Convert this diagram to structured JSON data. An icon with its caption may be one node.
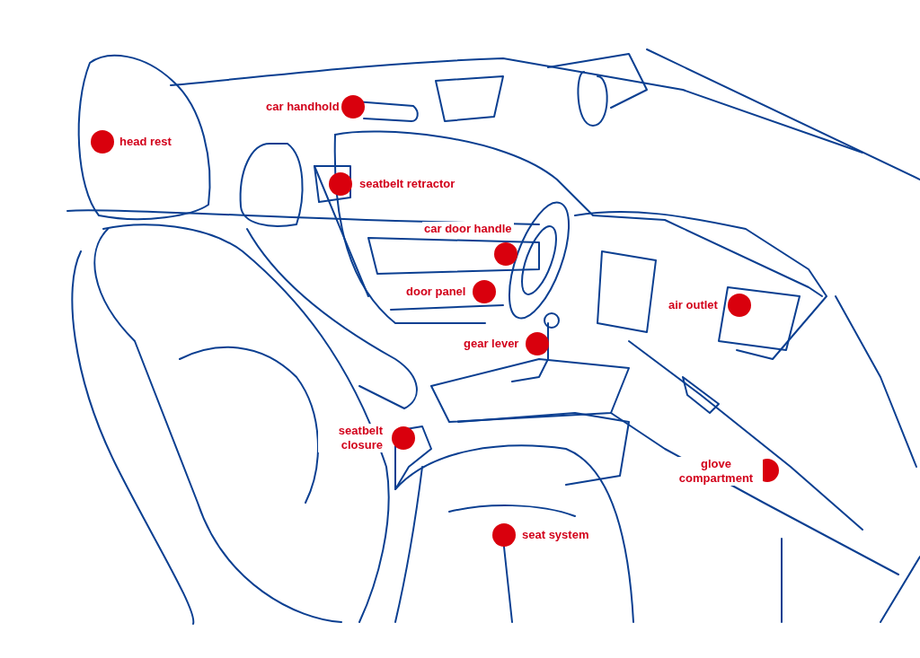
{
  "diagram": {
    "labels": [
      "head rest",
      "car handhold",
      "seatbelt retractor",
      "car door handle",
      "door panel",
      "air outlet",
      "gear lever",
      "seatbelt closure",
      "glove compartment",
      "seat system"
    ]
  }
}
